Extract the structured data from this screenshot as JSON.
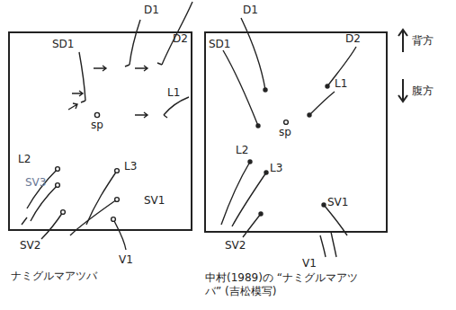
{
  "diagram": {
    "labels": [
      "D1",
      "D2",
      "SD1",
      "L1",
      "sp",
      "L2",
      "SV3",
      "L3",
      "SV1",
      "SV2",
      "V1",
      "ナミグルマアツバ",
      "D1",
      "SD1",
      "D2",
      "L1",
      "sp",
      "L2",
      "L3",
      "SV1",
      "SV2",
      "V1",
      "中村(1989)の “ナミグルマアツバ” (吉松模写)",
      "背方",
      "腹方"
    ]
  }
}
